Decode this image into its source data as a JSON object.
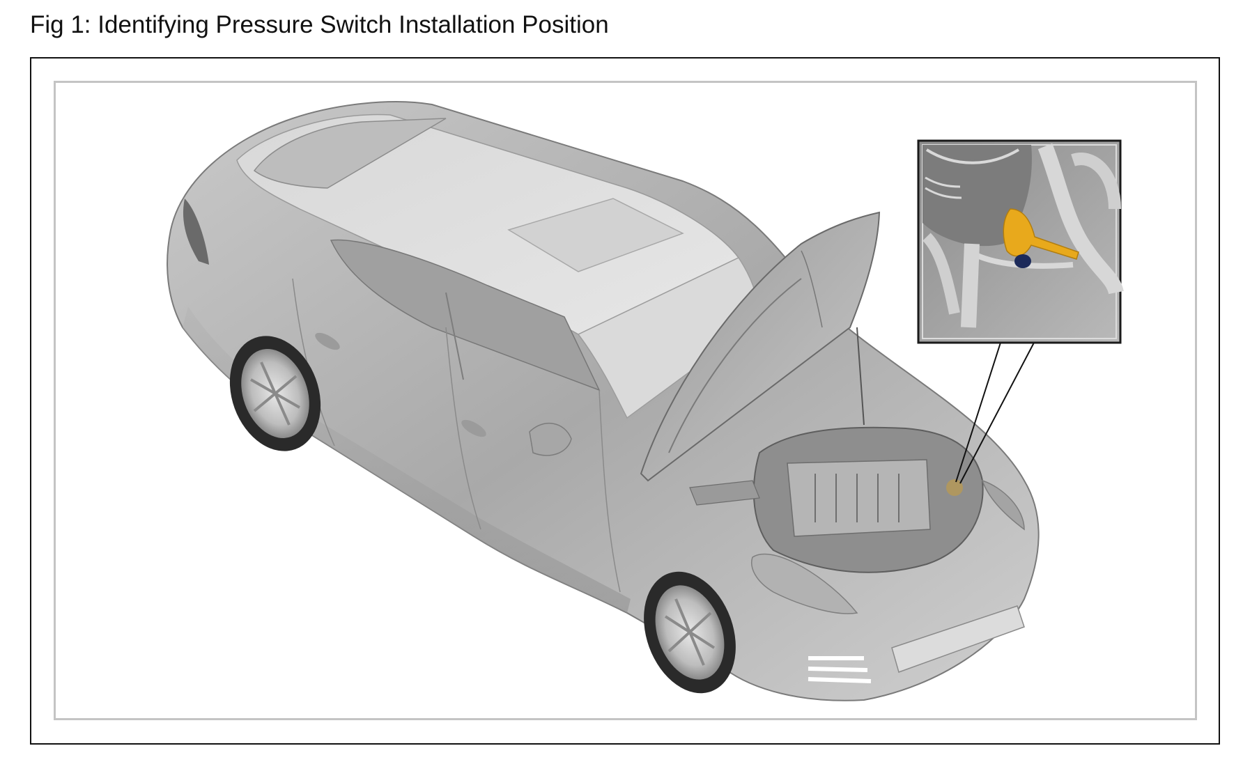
{
  "figure": {
    "title": "Fig 1: Identifying Pressure Switch Installation Position",
    "illustration": {
      "subject": "car-isometric-view-hood-open",
      "inset": {
        "subject": "pressure-switch-detail",
        "highlight_color": "#e8a91c",
        "connector_color": "#1c2a5a"
      }
    }
  }
}
